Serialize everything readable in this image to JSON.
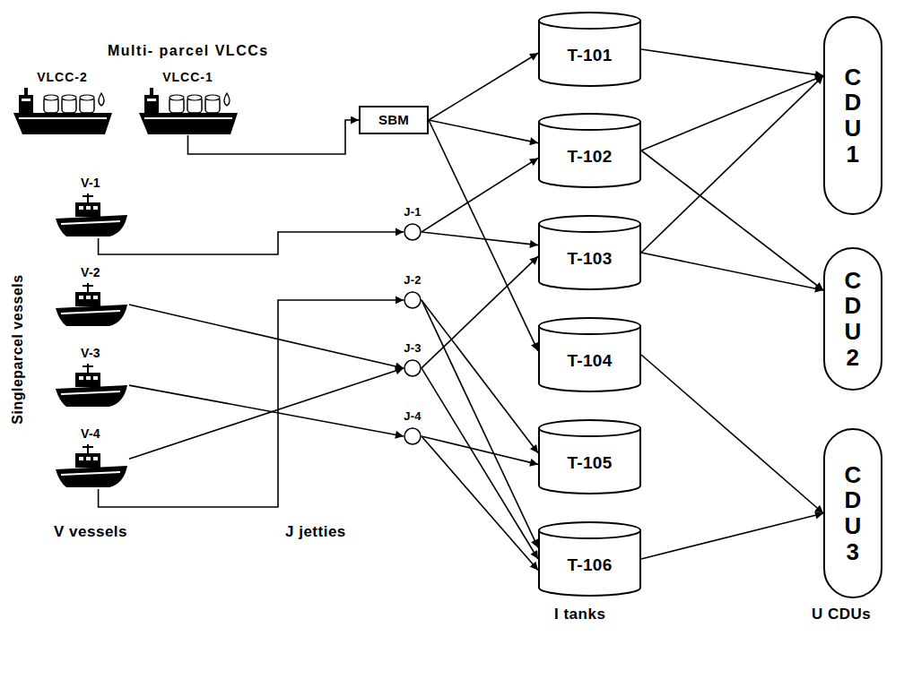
{
  "diagram": {
    "nodes": [
      {
        "text": [
          "VLCC-2"
        ]
      },
      {
        "text": [
          "VLCC-1"
        ]
      },
      {
        "text": [
          "SBM"
        ]
      },
      {
        "text": [
          "V-1"
        ]
      },
      {
        "text": [
          "V-2"
        ]
      },
      {
        "text": [
          "V-3"
        ]
      },
      {
        "text": [
          "V-4"
        ]
      },
      {
        "text": [
          "J-1"
        ]
      },
      {
        "text": [
          "J-2"
        ]
      },
      {
        "text": [
          "J-3"
        ]
      },
      {
        "text": [
          "J-4"
        ]
      },
      {
        "text": [
          "T-101"
        ]
      },
      {
        "text": [
          "T-102"
        ]
      },
      {
        "text": [
          "T-103"
        ]
      },
      {
        "text": [
          "T-104"
        ]
      },
      {
        "text": [
          "T-105"
        ]
      },
      {
        "text": [
          "T-106"
        ]
      },
      {
        "text": [
          "C D U 1"
        ]
      },
      {
        "text": [
          "C D U 2"
        ]
      },
      {
        "text": [
          "C D U 3"
        ]
      }
    ],
    "edges": [
      {
        "from": 1,
        "to": 2,
        "arrow": "to"
      },
      {
        "from": 2,
        "to": 11,
        "arrow": "to"
      },
      {
        "from": 2,
        "to": 12,
        "arrow": "to"
      },
      {
        "from": 2,
        "to": 14,
        "arrow": "to"
      },
      {
        "from": 3,
        "to": 7,
        "arrow": "to"
      },
      {
        "from": 4,
        "to": 9,
        "arrow": "to"
      },
      {
        "from": 5,
        "to": 10,
        "arrow": "to"
      },
      {
        "from": 6,
        "to": 8,
        "arrow": "to"
      },
      {
        "from": 6,
        "to": 9,
        "arrow": "to"
      },
      {
        "from": 7,
        "to": 12,
        "arrow": "to"
      },
      {
        "from": 7,
        "to": 13,
        "arrow": "to"
      },
      {
        "from": 8,
        "to": 15,
        "arrow": "to"
      },
      {
        "from": 8,
        "to": 16,
        "arrow": "to"
      },
      {
        "from": 9,
        "to": 13,
        "arrow": "to"
      },
      {
        "from": 9,
        "to": 16,
        "arrow": "to"
      },
      {
        "from": 10,
        "to": 15,
        "arrow": "to"
      },
      {
        "from": 10,
        "to": 16,
        "arrow": "to"
      },
      {
        "from": 11,
        "to": 17,
        "arrow": "to"
      },
      {
        "from": 12,
        "to": 17,
        "arrow": "to"
      },
      {
        "from": 12,
        "to": 18,
        "arrow": "to"
      },
      {
        "from": 13,
        "to": 17,
        "arrow": "to"
      },
      {
        "from": 13,
        "to": 18,
        "arrow": "to"
      },
      {
        "from": 14,
        "to": 19,
        "arrow": "to"
      },
      {
        "from": 16,
        "to": 19,
        "arrow": "to"
      }
    ],
    "labels": [
      "Multi- parcel VLCCs",
      "Singleparcel vessels",
      "V vessels",
      "J jetties",
      "I tanks",
      "U CDUs"
    ]
  }
}
